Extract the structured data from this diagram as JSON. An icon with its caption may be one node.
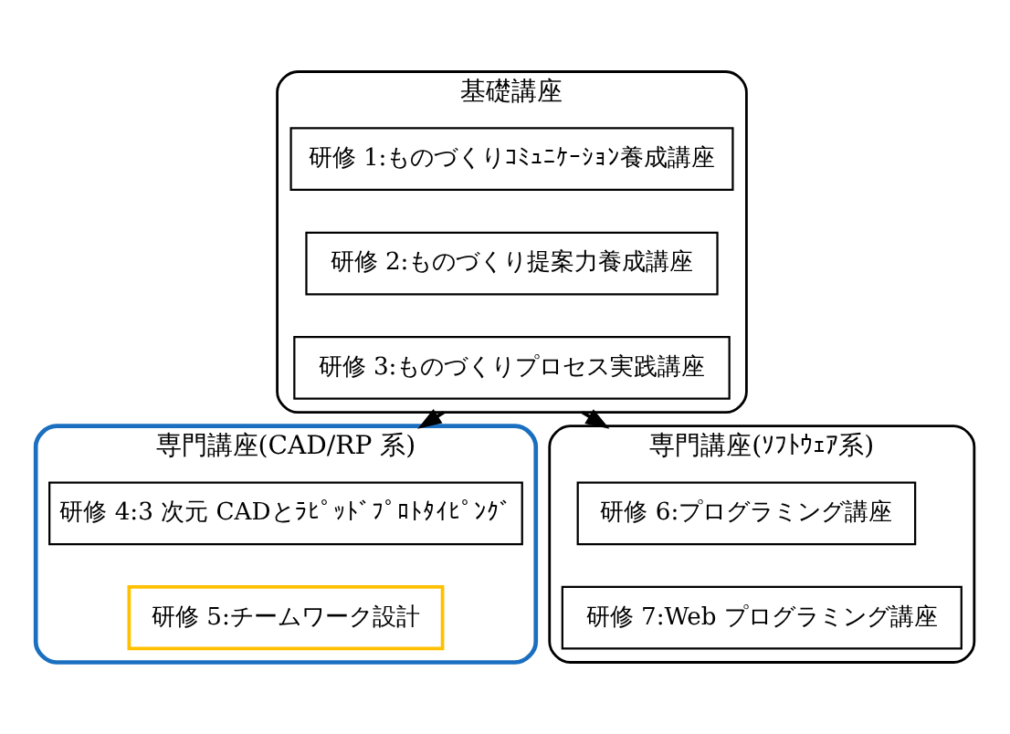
{
  "diagram": {
    "nodes": [
      {
        "text": [
          "基礎講座"
        ]
      },
      {
        "text": [
          "研修 1:ものづくりｺﾐｭﾆｹｰｼｮﾝ養成講座"
        ],
        "in": 0
      },
      {
        "text": [
          "研修 2:ものづくり提案力養成講座"
        ],
        "in": 0
      },
      {
        "text": [
          "研修 3:ものづくりプロセス実践講座"
        ],
        "in": 0
      },
      {
        "text": [
          "専門講座(CAD/RP 系)"
        ]
      },
      {
        "text": [
          "研修 4:3 次元 CADとﾗﾋﾟｯﾄﾞﾌﾟﾛﾄﾀｲﾋﾟﾝｸﾞ"
        ],
        "in": 4
      },
      {
        "text": [
          "研修 5:チームワーク設計"
        ],
        "in": 4
      },
      {
        "text": [
          "専門講座(ｿﾌﾄｳｪｱ系)"
        ]
      },
      {
        "text": [
          "研修 6:プログラミング講座"
        ],
        "in": 7
      },
      {
        "text": [
          "研修 7:Web プログラミング講座"
        ],
        "in": 7
      }
    ],
    "edges": [
      {
        "from": 0,
        "to": 4,
        "arrow": "to"
      },
      {
        "from": 0,
        "to": 7,
        "arrow": "to"
      }
    ]
  }
}
